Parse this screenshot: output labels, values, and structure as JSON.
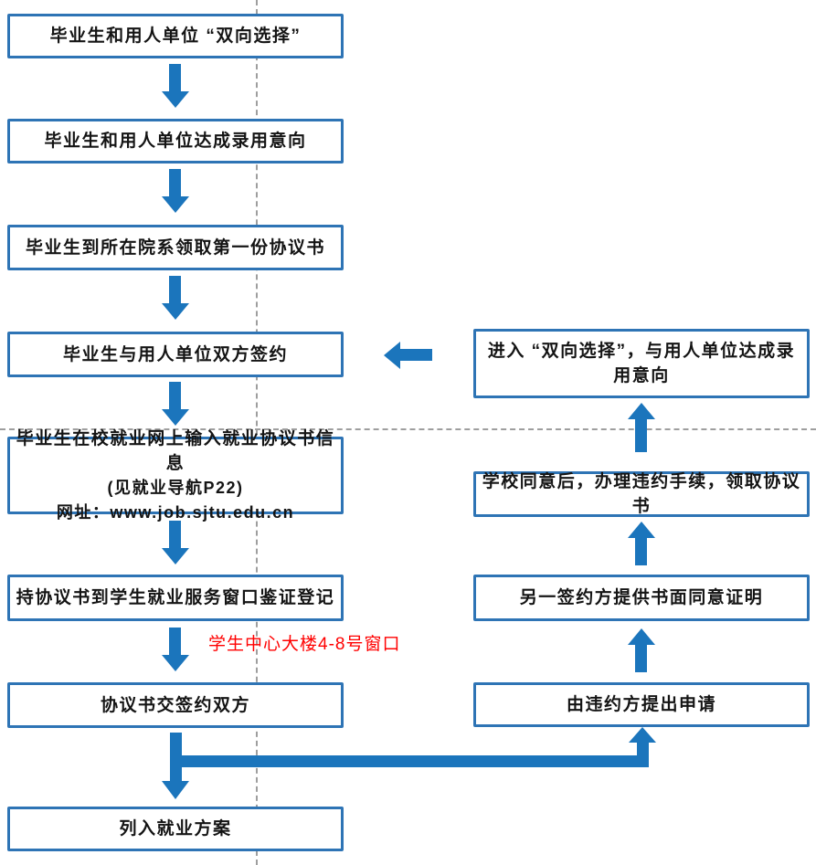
{
  "colors": {
    "arrow": "#1b75bc",
    "box_border": "#2e74b5",
    "dashed_line": "#9e9e9e",
    "annotation": "#ff0000",
    "text": "#141414"
  },
  "main_flow": {
    "step1": "毕业生和用人单位 “双向选择”",
    "step2": "毕业生和用人单位达成录用意向",
    "step3": "毕业生到所在院系领取第一份协议书",
    "step4": "毕业生与用人单位双方签约",
    "step5_line1": "毕业生在校就业网上输入就业协议书信息",
    "step5_line2": "(见就业导航P22)",
    "step5_line3": "网址：www.job.sjtu.edu.cn",
    "step6": "持协议书到学生就业服务窗口鉴证登记",
    "step7": "协议书交签约双方",
    "step8": "列入就业方案"
  },
  "breach_flow": {
    "step_top": "进入 “双向选择”，与用人单位达成录用意向",
    "step_approve": "学校同意后，办理违约手续，领取协议书",
    "step_consent": "另一签约方提供书面同意证明",
    "step_apply": "由违约方提出申请"
  },
  "annotation": {
    "window_note": "学生中心大楼4-8号窗口"
  },
  "icons": {
    "down_arrow": "▼",
    "up_arrow": "▲",
    "left_arrow": "◀",
    "elbow_connector": "└→"
  }
}
